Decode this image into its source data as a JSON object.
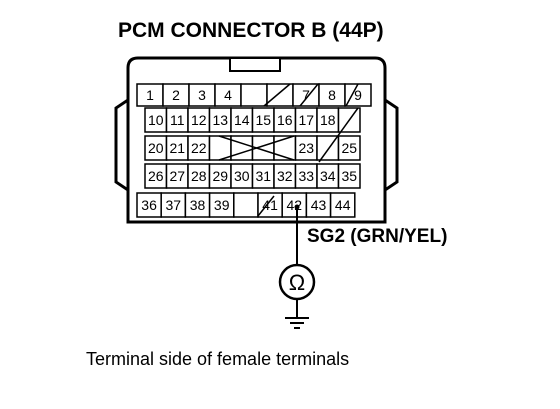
{
  "title": "PCM CONNECTOR B (44P)",
  "wire_label": "SG2 (GRN/YEL)",
  "caption": "Terminal side of female terminals",
  "meter_symbol": "Ω",
  "probe_terminal": "42",
  "rows": [
    [
      "1",
      "2",
      "3",
      "4",
      "",
      "",
      "7",
      "8",
      "9"
    ],
    [
      "10",
      "11",
      "12",
      "13",
      "14",
      "15",
      "16",
      "17",
      "18",
      ""
    ],
    [
      "20",
      "21",
      "22",
      "",
      "",
      "",
      "",
      "23",
      "",
      "25"
    ],
    [
      "26",
      "27",
      "28",
      "29",
      "30",
      "31",
      "32",
      "33",
      "34",
      "35"
    ],
    [
      "36",
      "37",
      "38",
      "39",
      "",
      "41",
      "42",
      "43",
      "44"
    ]
  ]
}
